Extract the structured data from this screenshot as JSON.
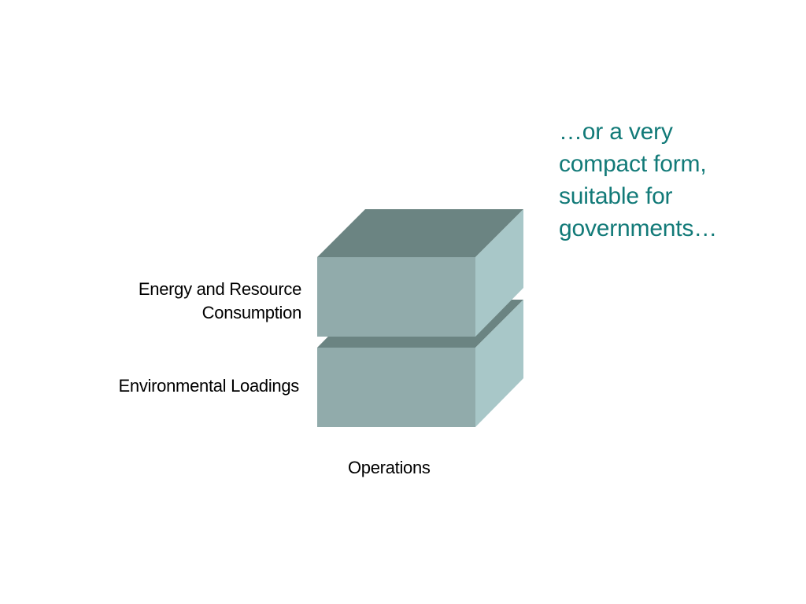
{
  "colors": {
    "top_face": "#6b8482",
    "front_face": "#91abab",
    "side_face": "#a8c7c8",
    "callout_text": "#127a78",
    "label_text": "#000000"
  },
  "diagram": {
    "blocks": [
      {
        "id": "top-block",
        "label_lines": [
          "Energy and Resource",
          "Consumption"
        ]
      },
      {
        "id": "bottom-block",
        "label_lines": [
          "Environmental Loadings"
        ]
      }
    ],
    "base_label": "Operations"
  },
  "callout": {
    "lines": [
      "…or a very",
      "compact form,",
      "suitable for",
      "governments…"
    ]
  }
}
